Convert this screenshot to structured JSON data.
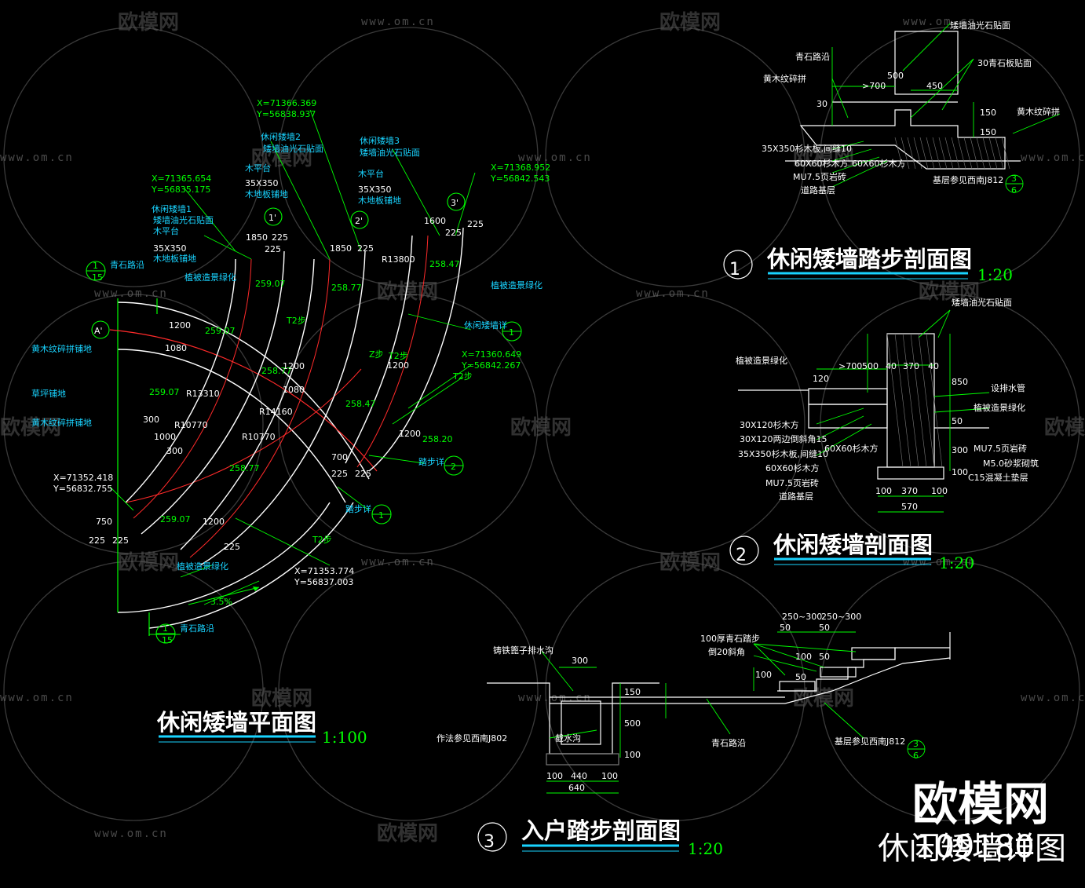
{
  "watermarks": {
    "brand": "欧模网",
    "url": "www.om.cn",
    "corner_brand": "欧模网",
    "corner_id": "109180",
    "corner_title": "休闲矮墙详图"
  },
  "plan": {
    "title": "休闲矮墙平面图",
    "scale": "1:100",
    "coords": [
      "X=71366.369",
      "Y=56838.937",
      "X=71365.654",
      "Y=56835.175",
      "X=71368.952",
      "Y=56842.543",
      "X=71360.649",
      "Y=56842.267",
      "X=71352.418",
      "Y=56832.755",
      "X=71353.774",
      "Y=56837.003"
    ],
    "wall_labels": [
      "休闲矮墙1",
      "矮墙油光石贴面",
      "木平台",
      "35X350",
      "木地板铺地",
      "休闲矮墙2",
      "矮墙油光石贴面",
      "木平台",
      "35X350",
      "木地板铺地",
      "休闲矮墙3",
      "矮墙油光石贴面",
      "木平台",
      "35X350",
      "木地板铺地"
    ],
    "materials": [
      "青石路沿",
      "植被造景绿化",
      "黄木纹碎拼铺地",
      "草坪铺地",
      "黄木纹碎拼铺地",
      "植被造景绿化",
      "植被造景绿化",
      "休闲矮墙详",
      "踏步详",
      "踏步详",
      "青石路沿"
    ],
    "axes": [
      "1'",
      "2'",
      "3'",
      "A'"
    ],
    "callouts": [
      "1",
      "15",
      "1",
      "2",
      "1",
      "1",
      "15"
    ],
    "levels": [
      "259.07",
      "258.77",
      "258.47",
      "258.20",
      "259.07",
      "258.77",
      "258.47",
      "259.07",
      "258.77",
      "259.07"
    ],
    "dims": [
      "1850",
      "225",
      "225",
      "1850",
      "225",
      "1600",
      "225",
      "225",
      "R13800",
      "R13310",
      "R10770",
      "R14160",
      "R10770",
      "1200",
      "1080",
      "1200",
      "1080",
      "1200",
      "1200",
      "300",
      "1000",
      "300",
      "700",
      "225",
      "225",
      "750",
      "225",
      "225",
      "1200",
      "225"
    ],
    "steps": [
      "T2步",
      "Z步",
      "T2步",
      "T2步",
      "T2步"
    ],
    "slope": "3.5%"
  },
  "section1": {
    "title": "休闲矮墙踏步剖面图",
    "num": "1",
    "scale": "1:20",
    "labels": [
      "矮墙油光石贴面",
      "青石路沿",
      "30青石板贴面",
      "黄木纹碎拼",
      "黄木纹碎拼",
      "35X350杉木板,间缝10",
      "60X60杉木方",
      "MU7.5页岩砖",
      "道路基层",
      "60X60杉木方",
      "基层参见西南J812"
    ],
    "dims": [
      "500",
      ">700",
      "450",
      "30",
      "150",
      "150"
    ],
    "ref": [
      "3",
      "6"
    ]
  },
  "section2": {
    "title": "休闲矮墙剖面图",
    "num": "2",
    "scale": "1:20",
    "labels": [
      "矮墙油光石贴面",
      "植被造景绿化",
      "设排水管",
      "植被造景绿化",
      "30X120杉木方",
      "30X120两边倒斜角15",
      "35X350杉木板,间缝10",
      "60X60杉木方",
      "MU7.5页岩砖",
      "道路基层",
      "60X60杉木方",
      "MU7.5页岩砖",
      "M5.0砂浆砌筑",
      "C15混凝土垫层"
    ],
    "dims": [
      ">700",
      "500",
      "40",
      "370",
      "40",
      "850",
      "120",
      "50",
      "300",
      "100",
      "100",
      "370",
      "100",
      "570"
    ]
  },
  "section3": {
    "title": "入户踏步剖面图",
    "num": "3",
    "scale": "1:20",
    "labels": [
      "铸铁篦子排水沟",
      "作法参见西南J802",
      "截水沟",
      "青石路沿",
      "100厚青石踏步",
      "倒20斜角",
      "基层参见西南J812"
    ],
    "dims": [
      "300",
      "150",
      "500",
      "100",
      "100",
      "440",
      "100",
      "640",
      "250~300",
      "250~300",
      "50",
      "50",
      "100",
      "100",
      "50",
      "50"
    ],
    "ref": [
      "3",
      "6"
    ]
  },
  "colors": {
    "line_green": "#00ff00",
    "line_red": "#ff2a2a",
    "text_cyan": "#19d3ff",
    "text_white": "#ffffff",
    "underline": "#19d3ff"
  }
}
